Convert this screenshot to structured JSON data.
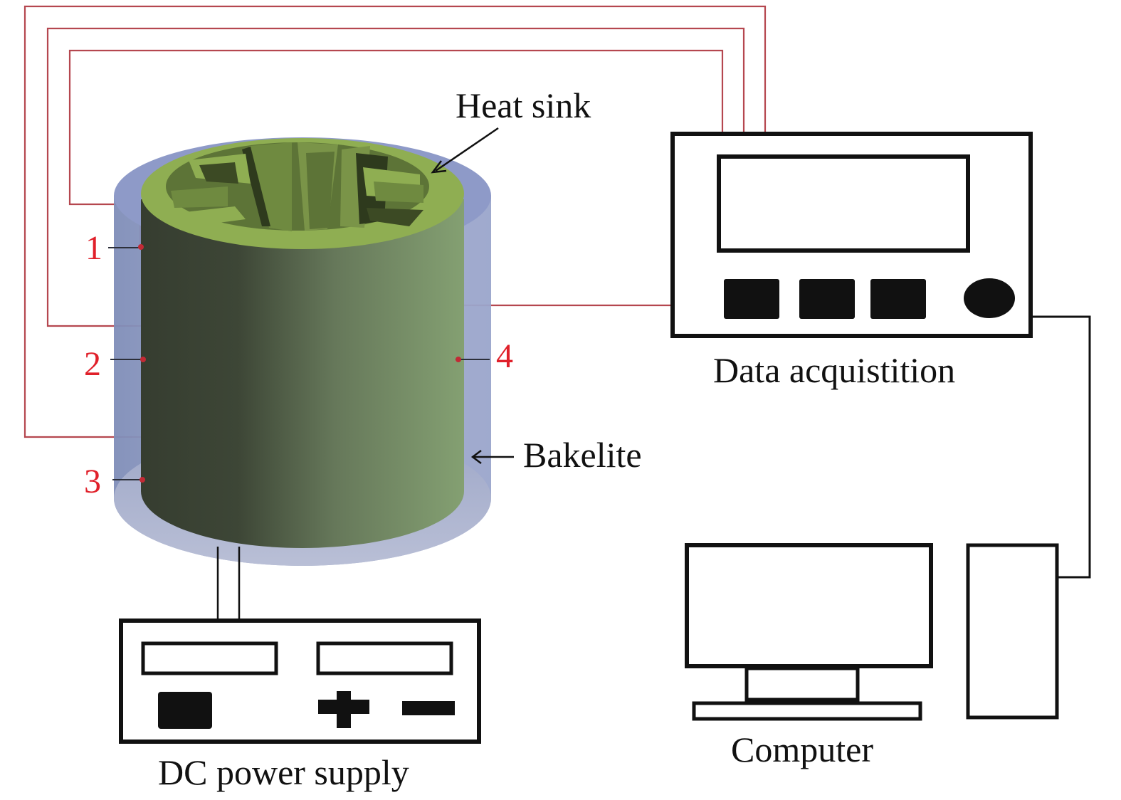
{
  "figure": {
    "title": "Experimental setup schematic",
    "labels": {
      "heat_sink": "Heat sink",
      "bakelite": "Bakelite",
      "data_acquisition": "Data acquistition",
      "dc_power_supply": "DC power supply",
      "computer": "Computer"
    },
    "thermocouples": [
      {
        "id": "tc1",
        "label": "1"
      },
      {
        "id": "tc2",
        "label": "2"
      },
      {
        "id": "tc3",
        "label": "3"
      },
      {
        "id": "tc4",
        "label": "4"
      }
    ],
    "colors": {
      "wire_red": "#b5474f",
      "thermocouple_label": "#e0202a",
      "outline_black": "#111111",
      "heat_sink_green": "#8fae52",
      "heat_sink_body_dark": "#3a4233",
      "heat_sink_body_light": "#86a073",
      "bakelite_blue": "#8c99c4"
    },
    "dc_power_supply": {
      "controls": [
        "display-left",
        "display-right",
        "power-button",
        "plus-terminal",
        "minus-terminal"
      ]
    },
    "data_acquisition_unit": {
      "buttons": 3,
      "knobs": 1
    }
  }
}
